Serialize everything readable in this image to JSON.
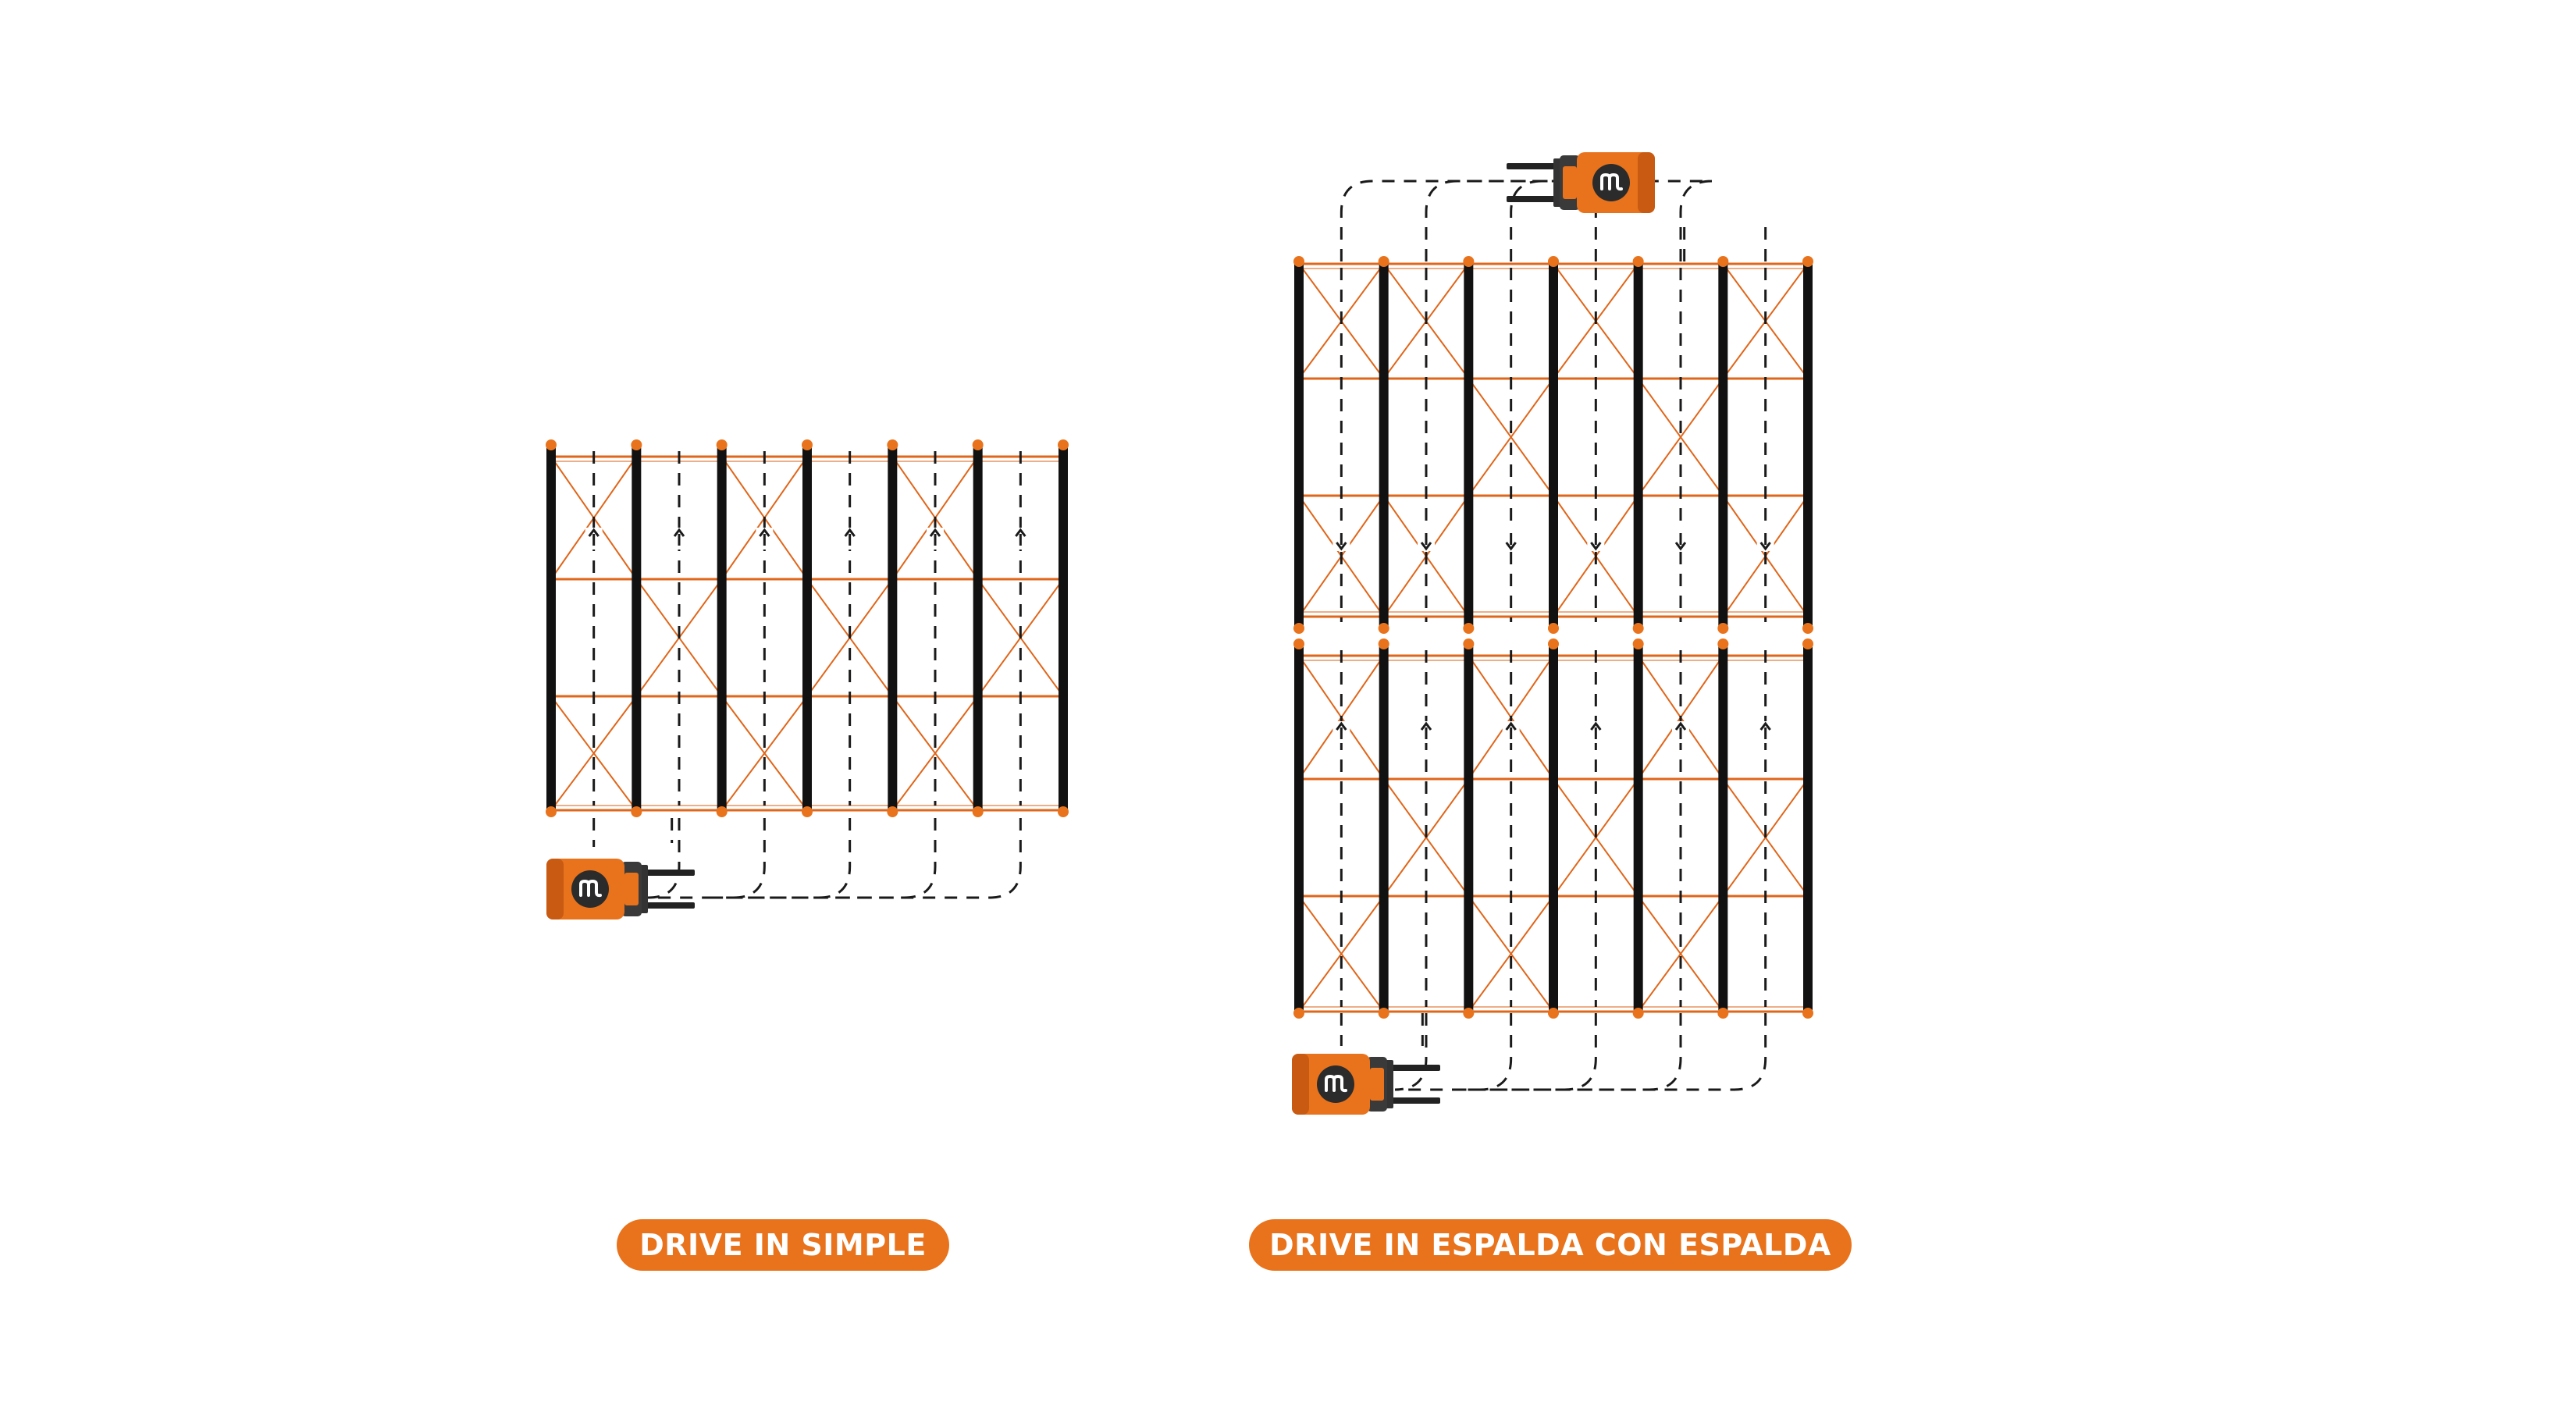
{
  "colors": {
    "orange": "#E8731C",
    "beam_orange": "#E0661A",
    "upright": "#111111",
    "path": "#1a1a1a",
    "background": "#ffffff",
    "forklift_badge": "#2b2b2b",
    "logo": "#ffffff"
  },
  "labels": {
    "simple": "DRIVE IN SIMPLE",
    "espalda": "DRIVE IN ESPALDA CON ESPALDA"
  },
  "icons": {
    "forklift": "forklift-icon",
    "logo": "m-logo-icon",
    "arrow_up": "arrow-up-icon",
    "arrow_down": "arrow-down-icon"
  },
  "diagrams": {
    "simple": {
      "lanes": 6,
      "arrow_direction": "up",
      "forklift_position": "bottom-left"
    },
    "espalda": {
      "top_lanes": 6,
      "bottom_lanes": 6,
      "top_arrow_direction": "down",
      "bottom_arrow_direction": "up",
      "forklift_positions": [
        "top-right",
        "bottom-left"
      ]
    }
  }
}
